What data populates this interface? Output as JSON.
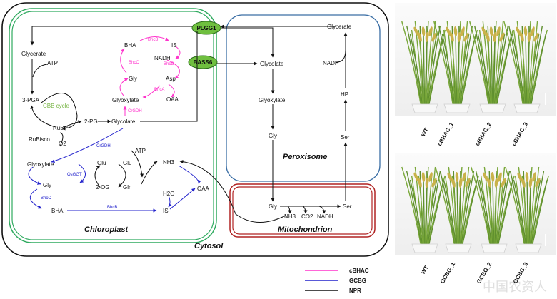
{
  "diagram": {
    "compartments": {
      "cytosol": "Cytosol",
      "chloroplast": "Chloroplast",
      "peroxisome": "Peroxisome",
      "mitochondrion": "Mitochondrion"
    },
    "transporters": {
      "plgg1": "PLGG1",
      "bass6": "BASS6"
    },
    "chloroplast_nodes": {
      "glycerate": "Glycerate",
      "atp": "ATP",
      "pga": "3-PGA",
      "cbb": "CBB cycle",
      "rubp": "RuBP",
      "pg2": "2-PG",
      "rubisco": "RuBisco",
      "o2": "O2",
      "glycolate": "Glycolate",
      "glyoxylate_upper": "Glyoxylate",
      "gly_upper": "Gly",
      "bha_upper": "BHA",
      "is_upper": "IS",
      "nadh_upper": "NADH",
      "asp": "Asp",
      "oaa_upper": "OAA",
      "glyoxylate_lower": "Glyoxylate",
      "gly_lower": "Gly",
      "bha_lower": "BHA",
      "glu": "Glu",
      "og2": "2-OG",
      "glu2": "Glu",
      "gln": "Gln",
      "atp2": "ATP",
      "nh3": "NH3",
      "h2o": "H2O",
      "is_lower": "IS",
      "oaa_lower": "OAA"
    },
    "enzymes": {
      "bhcb_upper": "BhcB",
      "bhcc_upper": "BhcC",
      "bhcd": "BhcD",
      "bhca": "BhcA",
      "crgdh_upper": "CrGDH",
      "crgdh_lower": "CrGDH",
      "osggt": "OsGGT",
      "bhcc_lower": "BhcC",
      "bhcb_lower": "BhcB"
    },
    "peroxisome_nodes": {
      "glycolate": "Glycolate",
      "glyoxylate": "Glyoxylate",
      "gly": "Gly",
      "glycerate": "Glycerate",
      "nadh": "NADH",
      "hp": "HP",
      "ser": "Ser"
    },
    "mitochondrion_nodes": {
      "gly": "Gly",
      "nh3": "NH3",
      "co2": "CO2",
      "nadh": "NADH",
      "ser": "Ser"
    }
  },
  "legend": [
    {
      "label": "cBHAC",
      "color": "#ff33cc"
    },
    {
      "label": "GCBG",
      "color": "#2222cc"
    },
    {
      "label": "NPR",
      "color": "#111111"
    }
  ],
  "photos": {
    "top_samples": [
      "WT",
      "cBHAC_1",
      "cBHAC_2",
      "cBHAC_3"
    ],
    "bottom_samples": [
      "WT",
      "GCBG_1",
      "GCBG_2",
      "GCBG_3"
    ]
  },
  "colors": {
    "chloroplast": "#2faa5f",
    "peroxisome": "#3a6ea5",
    "mitochondrion": "#b02222",
    "cbhac": "#ff33cc",
    "gcbg": "#2222cc",
    "npr": "#111111",
    "transporter_fill": "#6fbf3f",
    "cbb_text": "#7ab648"
  },
  "watermark": "中国农资人"
}
